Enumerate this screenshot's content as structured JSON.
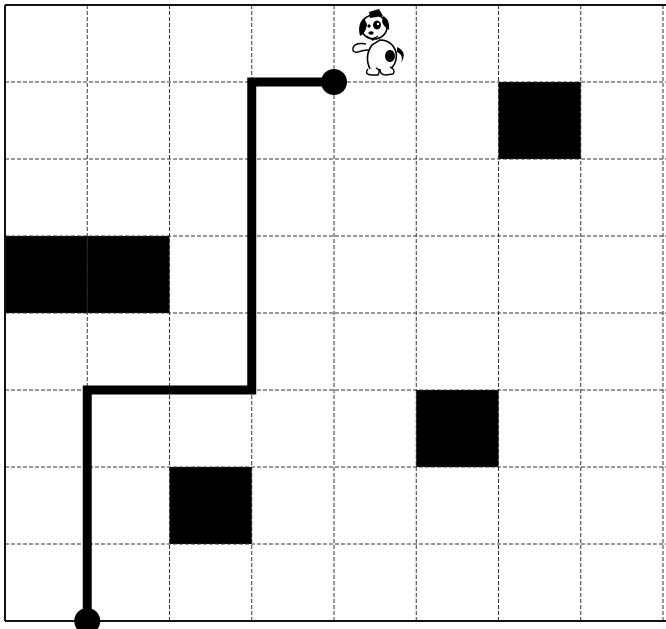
{
  "board": {
    "columns": 8,
    "rows": 8,
    "blocked_cells": [
      {
        "col": 6,
        "row": 1
      },
      {
        "col": 0,
        "row": 3
      },
      {
        "col": 1,
        "row": 3
      },
      {
        "col": 5,
        "row": 5
      },
      {
        "col": 2,
        "row": 6
      }
    ],
    "path": [
      {
        "col": 1,
        "row": 8,
        "role": "start"
      },
      {
        "col": 1,
        "row": 5
      },
      {
        "col": 3,
        "row": 5
      },
      {
        "col": 3,
        "row": 1
      },
      {
        "col": 4,
        "row": 1,
        "role": "end"
      }
    ],
    "goal_cell": {
      "col": 4,
      "row": 0
    },
    "goal_icon": "puppy-icon"
  },
  "colors": {
    "grid_line": "#333333",
    "border": "#111111",
    "blocked": "#000000",
    "path": "#000000",
    "background": "#ffffff"
  }
}
